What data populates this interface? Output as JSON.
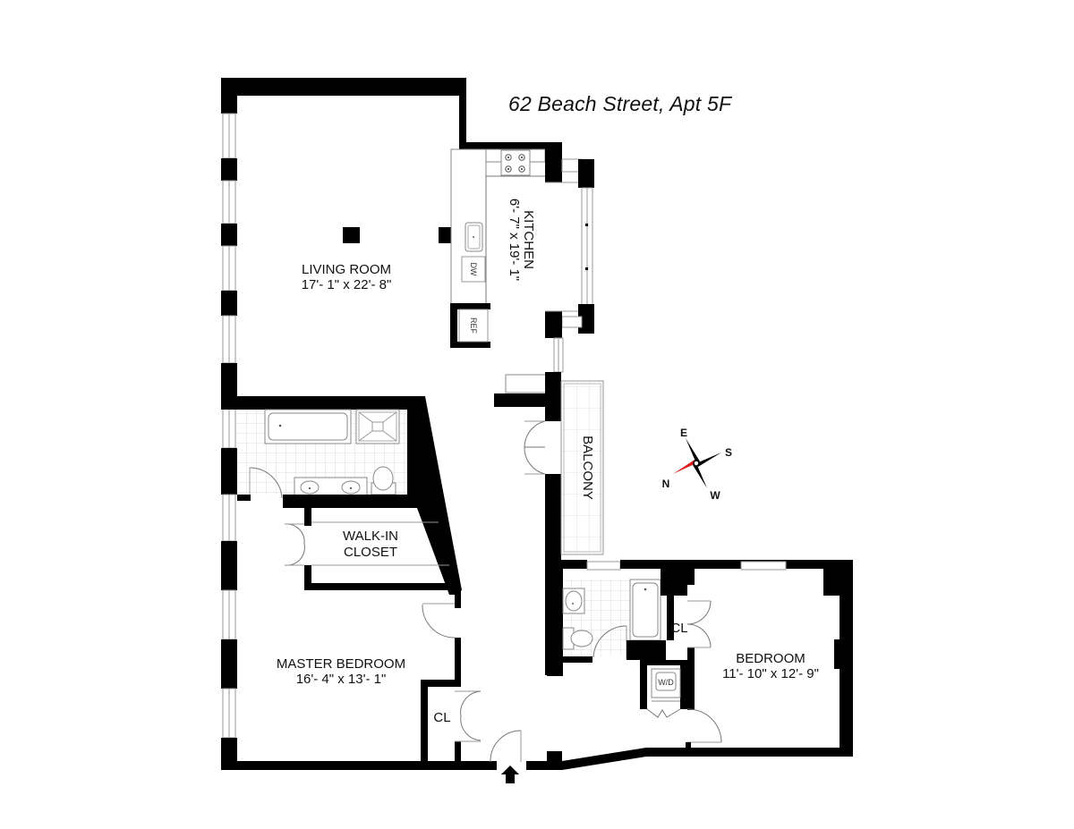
{
  "title": "62 Beach Street, Apt 5F",
  "rooms": {
    "living_room": {
      "name": "LIVING ROOM",
      "dims": "17'- 1\" x 22'- 8\""
    },
    "kitchen": {
      "name": "KITCHEN",
      "dims": "6'- 7\" x 19'- 1\""
    },
    "walk_in_closet": {
      "line1": "WALK-IN",
      "line2": "CLOSET"
    },
    "master_bedroom": {
      "name": "MASTER BEDROOM",
      "dims": "16'- 4\" x 13'- 1\""
    },
    "balcony": {
      "name": "BALCONY"
    },
    "bedroom": {
      "name": "BEDROOM",
      "dims": "11'- 10\" x 12'- 9\""
    },
    "master_closet": {
      "name": "CL"
    },
    "bedroom_closet": {
      "name": "CL"
    }
  },
  "appliances": {
    "dishwasher": "DW",
    "refrigerator": "REF",
    "washer_dryer": "W/D"
  },
  "compass": {
    "north": "N",
    "south": "S",
    "east": "E",
    "west": "W",
    "north_color": "#e02020",
    "needle_color": "#000000"
  },
  "entry": {
    "icon": "entry-arrow-icon"
  }
}
